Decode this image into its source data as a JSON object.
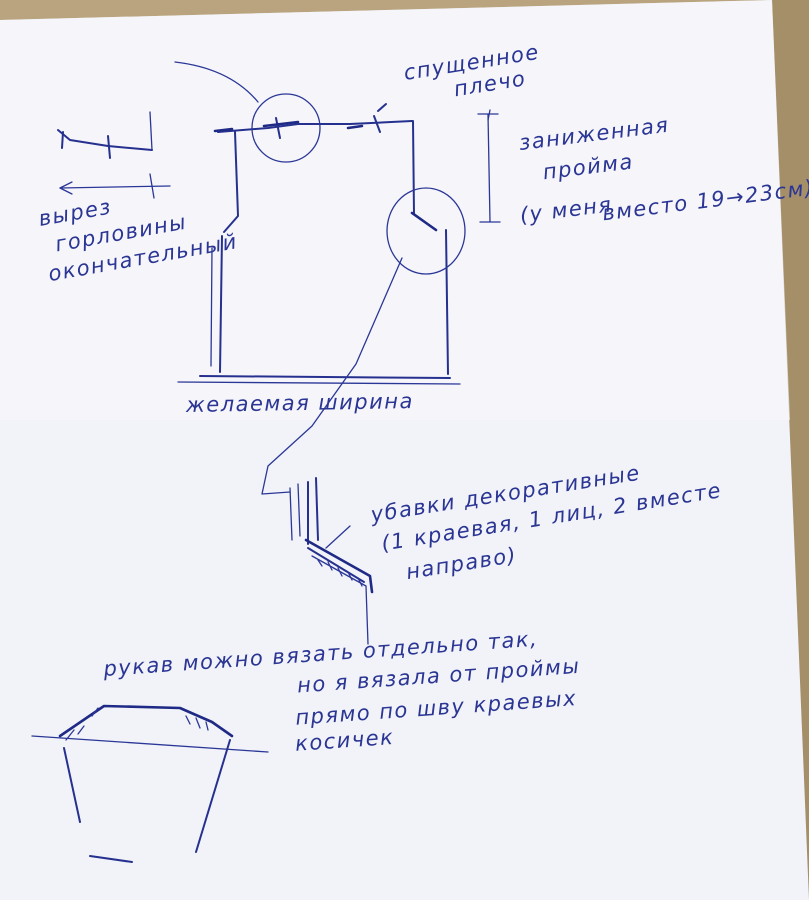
{
  "labels": {
    "dropped_shoulder": [
      "спущенное",
      "плечо"
    ],
    "armhole": [
      "заниженная",
      "пройма",
      "(у меня",
      "вместо 19→23см)"
    ],
    "neckline": [
      "вырез",
      "горловины",
      "окончательный"
    ],
    "width": "желаемая ширина",
    "decreases": [
      "убавки декоративные",
      "(1 краевая, 1 лиц, 2 вместе",
      "направо)"
    ],
    "sleeve": [
      "рукав можно вязать отдельно так,",
      "но я вязала от проймы",
      "прямо по шву краевых",
      "косичек"
    ]
  },
  "colors": {
    "paper": "#f3f4f9",
    "ink": "#26318f",
    "desk": "#b8a37e"
  }
}
